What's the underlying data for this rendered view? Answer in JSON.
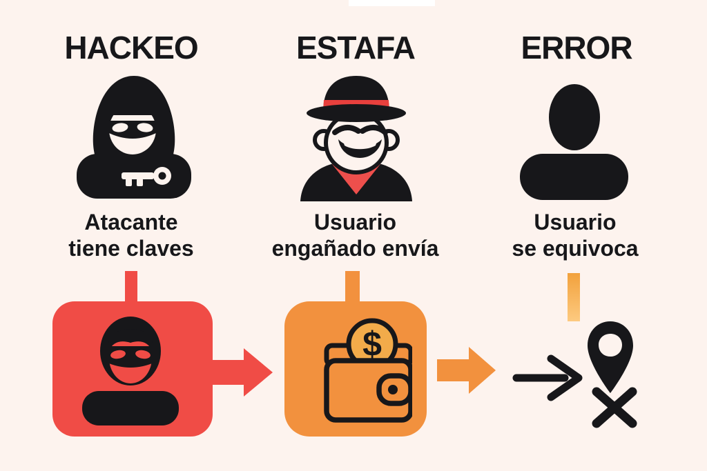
{
  "colors": {
    "background": "#fdf3ee",
    "white": "#ffffff",
    "ink": "#17171a",
    "red_box": "#f04c46",
    "orange_box": "#f2913e",
    "coin_gold": "#f2ab4a",
    "hat_band": "#e8403d",
    "scarf_red": "#ee4f4c",
    "grad_top": "#f2a13c",
    "grad_bottom": "#fdca80"
  },
  "columns": [
    {
      "title": "HACKEO",
      "icon": "hooded-hacker-key-icon",
      "caption": [
        "Atacante",
        "tiene claves"
      ]
    },
    {
      "title": "ESTAFA",
      "icon": "scammer-fedora-icon",
      "caption": [
        "Usuario",
        "engañado envía"
      ]
    },
    {
      "title": "ERROR",
      "icon": "person-silhouette-icon",
      "caption": [
        "Usuario",
        "se equivoca"
      ]
    }
  ],
  "flow": {
    "steps": [
      {
        "icon": "masked-thief-icon",
        "box": "red"
      },
      {
        "icon": "wallet-coin-icon",
        "box": "orange",
        "coin_symbol": "$"
      },
      {
        "icon": "location-pin-x-icon",
        "box": "none"
      }
    ],
    "arrows": [
      "red-arrow-right-icon",
      "orange-arrow-right-icon",
      "black-arrow-right-icon"
    ]
  }
}
